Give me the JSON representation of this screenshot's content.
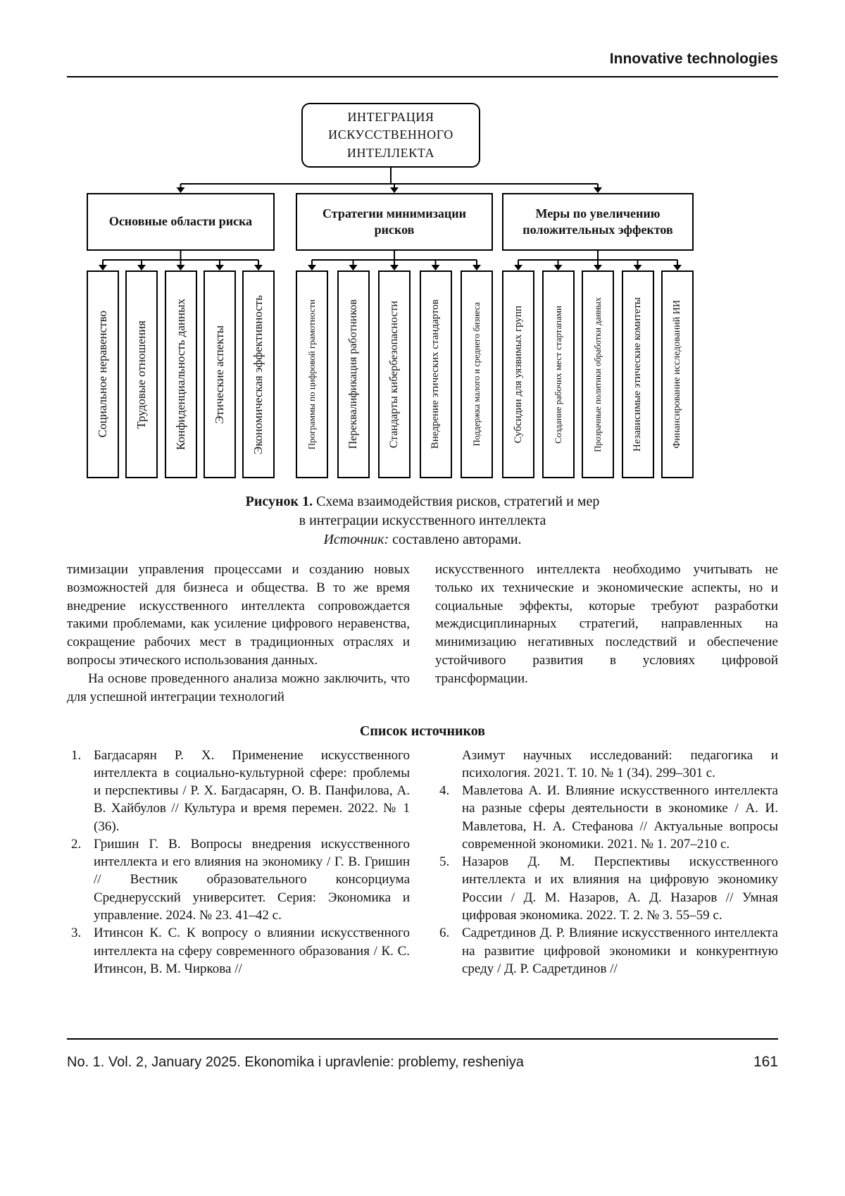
{
  "header": {
    "section_title": "Innovative technologies"
  },
  "diagram": {
    "root": "ИНТЕГРАЦИЯ\nИСКУССТВЕННОГО\nИНТЕЛЛЕКТА",
    "groups": [
      {
        "title": "Основные области риска",
        "children": [
          "Социальное неравенство",
          "Трудовые отношения",
          "Конфиденциальность данных",
          "Этические аспекты",
          "Экономическая эффективность"
        ]
      },
      {
        "title": "Стратегии минимизации рисков",
        "children": [
          "Программы по цифровой грамотности",
          "Переквалификация работников",
          "Стандарты кибербезопасности",
          "Внедрение этических стандартов",
          "Поддержка малого и среднего бизнеса"
        ]
      },
      {
        "title": "Меры по увеличению положительных эффектов",
        "children": [
          "Субсидии для уязвимых групп",
          "Создание рабочих мест стартапами",
          "Прозрачные политики обработки данных",
          "Независимые этические комитеты",
          "Финансирование исследований ИИ"
        ]
      }
    ]
  },
  "caption": {
    "figure_label": "Рисунок 1.",
    "title_line1": "Схема взаимодействия рисков, стратегий и мер",
    "title_line2": "в интеграции искусственного интеллекта",
    "source_label": "Источник:",
    "source_text": "составлено авторами."
  },
  "body": {
    "left_p1": "тимизации управления процессами и созданию новых возможностей для бизнеса и общества. В то же время внедрение искусственного интеллекта сопровождается такими проблемами, как усиление цифрового неравенства, сокращение рабочих мест в традиционных отраслях и вопросы этического использования данных.",
    "left_p2": "На основе проведенного анализа можно заключить, что для успешной интеграции технологий",
    "right_p1": "искусственного интеллекта необходимо учитывать не только их технические и экономические аспекты, но и социальные эффекты, которые требуют разработки междисциплинарных стратегий, направленных на минимизацию негативных последствий и обеспечение устойчивого развития в условиях цифровой трансформации."
  },
  "references": {
    "heading": "Список источников",
    "left": [
      {
        "num": "1.",
        "text": "Багдасарян Р. Х. Применение искусственного интеллекта в социально-культурной сфере: проблемы и перспективы / Р. Х. Багдасарян, О. В. Панфилова, А. В. Хайбулов // Культура и время перемен. 2022. № 1 (36)."
      },
      {
        "num": "2.",
        "text": "Гришин Г. В. Вопросы внедрения искусственного интеллекта и его влияния на экономику / Г. В. Гришин // Вестник образовательного консорциума Среднерусский университет. Серия: Экономика и управление. 2024. № 23. 41–42 с."
      },
      {
        "num": "3.",
        "text": "Итинсон К. С. К вопросу о влиянии искусственного интеллекта на сферу современного образования / К. С. Итинсон, В. М. Чиркова //"
      }
    ],
    "right": [
      {
        "num": "",
        "text": "Азимут научных исследований: педагогика и психология. 2021. Т. 10. № 1 (34). 299–301 с."
      },
      {
        "num": "4.",
        "text": "Мавлетова А. И. Влияние искусственного интеллекта на разные сферы деятельности в экономике / А. И. Мавлетова, Н. А. Стефанова // Актуальные вопросы современной экономики. 2021. № 1. 207–210 с."
      },
      {
        "num": "5.",
        "text": "Назаров Д. М. Перспективы искусственного интеллекта и их влияния на цифровую экономику России / Д. М. Назаров, А. Д. Назаров // Умная цифровая экономика. 2022. Т. 2. № 3. 55–59 с."
      },
      {
        "num": "6.",
        "text": "Садретдинов Д. Р. Влияние искусственного интеллекта на развитие цифровой экономики и конкурентную среду / Д. Р. Садретдинов //"
      }
    ]
  },
  "footer": {
    "journal_line": "No. 1. Vol. 2, January 2025. Ekonomika i upravlenie: problemy, resheniya",
    "page_number": "161"
  }
}
